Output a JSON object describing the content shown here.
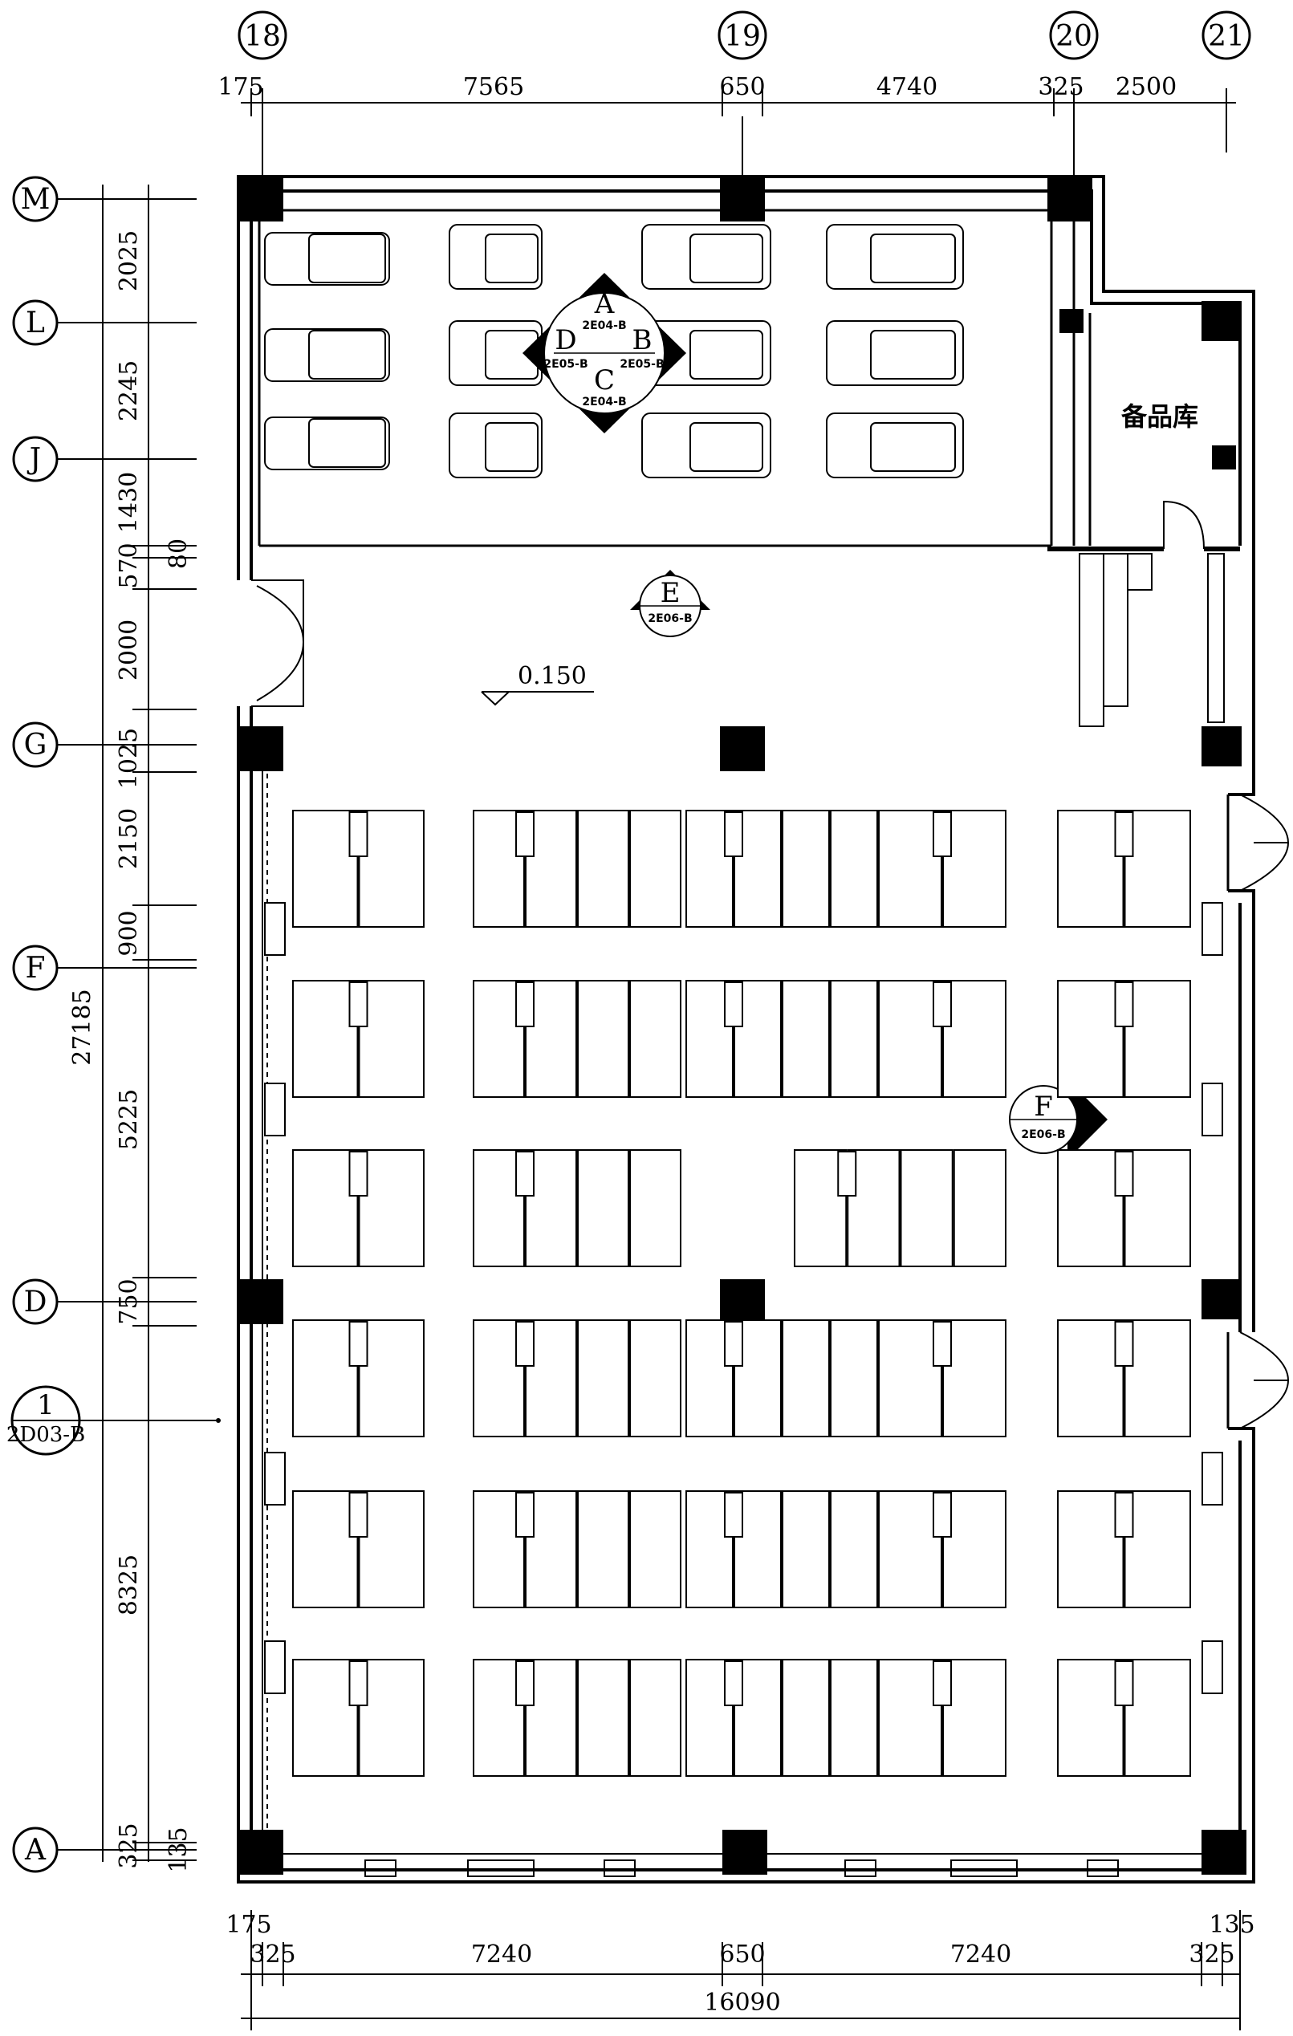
{
  "grid_axes_top": [
    "18",
    "19",
    "20",
    "21"
  ],
  "grid_axes_left": [
    "M",
    "L",
    "J",
    "G",
    "F",
    "D",
    "A"
  ],
  "top_dims": [
    "175",
    "7565",
    "650",
    "4740",
    "325",
    "2500"
  ],
  "bottom_dims": [
    "175",
    "325",
    "7240",
    "650",
    "7240",
    "135",
    "325"
  ],
  "bottom_total": "16090",
  "left_dims": [
    "2025",
    "2245",
    "1430",
    "570",
    "2000",
    "1025",
    "2150",
    "900",
    "5225",
    "750",
    "8325",
    "325"
  ],
  "left_small_dims": [
    "80",
    "135"
  ],
  "left_total": "27185",
  "section_marker": {
    "number": "1",
    "ref": "2D03-B"
  },
  "elevation_center": {
    "A": "A",
    "B": "B",
    "C": "C",
    "D": "D",
    "ref_a": "2E04-B",
    "ref_b": "2E05-B",
    "ref_c": "2E04-B",
    "ref_d": "2E05-B"
  },
  "elevation_e": {
    "letter": "E",
    "ref": "2E06-B"
  },
  "elevation_f": {
    "letter": "F",
    "ref": "2E06-B"
  },
  "level_mark": "0.150",
  "room_label": "备品库"
}
